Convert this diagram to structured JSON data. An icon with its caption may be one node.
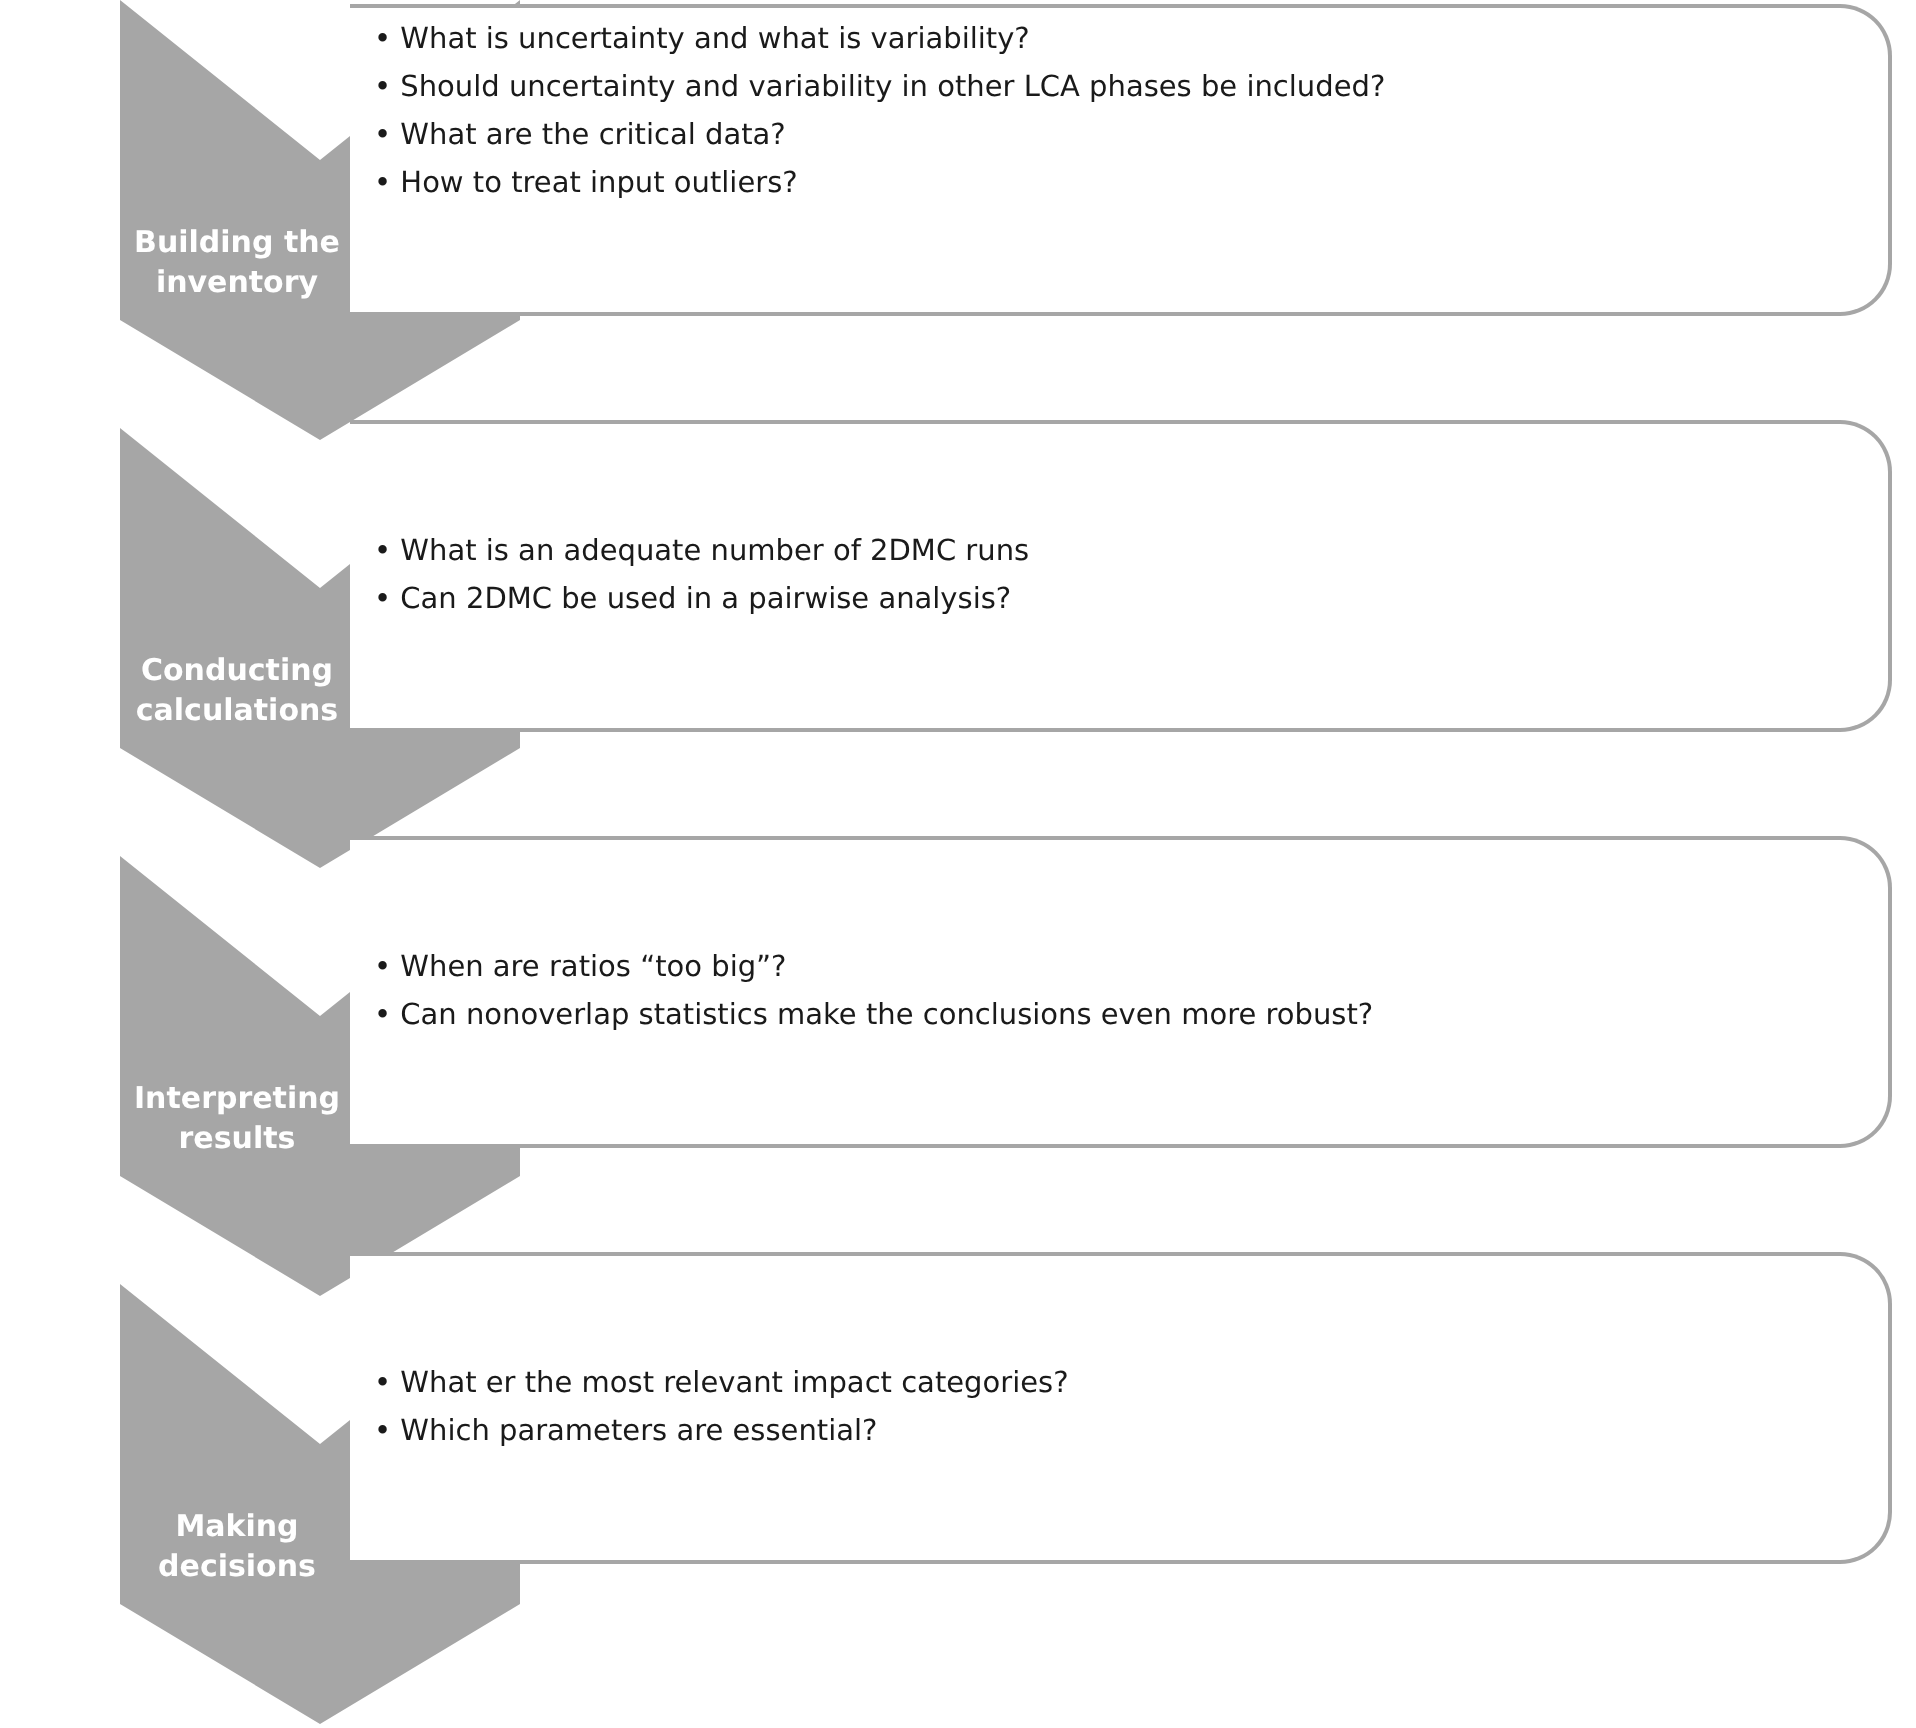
{
  "diagram": {
    "nodes": [
      {
        "text": [
          "Building the inventory"
        ]
      },
      {
        "text": [
          "• What is uncertainty and what is variability?",
          "• Should uncertainty and variability in other LCA phases be included?",
          "• What are the critical data?",
          "• How to treat input outliers?"
        ]
      },
      {
        "text": [
          "Conducting calculations"
        ]
      },
      {
        "text": [
          "• What is an adequate number of 2DMC runs",
          "• Can 2DMC be used in a pairwise analysis?"
        ]
      },
      {
        "text": [
          "Interpreting results"
        ]
      },
      {
        "text": [
          "• When are ratios “too big”?",
          "• Can nonoverlap statistics make the conclusions even more robust?"
        ]
      },
      {
        "text": [
          "Making decisions"
        ]
      },
      {
        "text": [
          "• What er the most relevant impact categories?",
          "• Which parameters are essential?"
        ]
      }
    ]
  }
}
